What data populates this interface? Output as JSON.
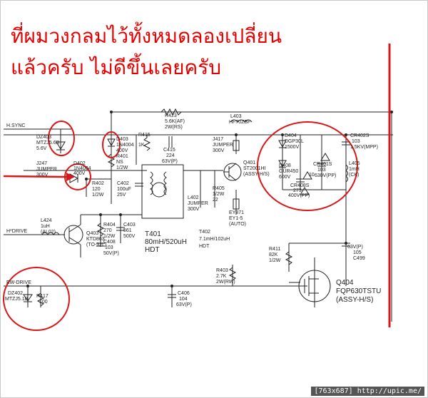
{
  "headline": {
    "line1": "ที่ผมวงกลมไว้ทั้งหมดลองเปลี่ยน",
    "line2": "แล้วครับ ไม่ดีขึ้นเลยครับ"
  },
  "colors": {
    "annotation": "#d81818",
    "wire": "#222222",
    "text": "#222222"
  },
  "labels": {
    "hsync": "H.SYNC",
    "dz403": "DZ403",
    "dz403v": "MTZJ5.6B",
    "dz403w": "5.6V",
    "d403": "D403",
    "d403v": "1N4004",
    "d403w": "400V",
    "r423": "R423",
    "r423v": "5.6K(AF)",
    "r423w": "2W(RS)",
    "r415": "R415",
    "r415v": "1K",
    "c415": "C415",
    "c415v": "224",
    "c415w": "63V(P)",
    "l403": "L403",
    "l403v": "HF70ZBF",
    "j417": "J417",
    "j417v": "JUMPER",
    "j417w": "300V",
    "r401": "R401",
    "r401v": "NS",
    "r401w": "1/2W",
    "j247": "J247",
    "j247v": "JUMPER",
    "j247w": "300V",
    "d402": "D402",
    "d402v": "1N4004",
    "d402w": "400V",
    "r402": "R402",
    "r402v": "120",
    "r402w": "1/2W",
    "c402": "C402",
    "c402v": "100uF",
    "c402w": "25V",
    "q401": "Q401",
    "q401v": "ST2001HI",
    "q401w": "(ASSY-H/S)",
    "r405": "R405",
    "r405v": "1/2W",
    "r405w": "22",
    "l402": "L402",
    "l402v": "JUMPER",
    "l402w": "300V",
    "ey871": "EY871",
    "ey871v": "EY1-5",
    "ey871w": "(AUTO)",
    "d404": "D404",
    "d404v": "DGP30L",
    "d404w": "1500V",
    "d408": "D408",
    "d408v": "GUR450",
    "d408w": "600V",
    "cr402s": "CR402S",
    "cr402sv": "103",
    "cr402sw": "1.5KV(MPP)",
    "cr401s": "CR401S",
    "cr401sv": "103",
    "cr401sw": "630V(PP)",
    "cr408s": "CR408S",
    "cr408sv": "273",
    "cr408sw": "400V(PP)",
    "l405": "L405",
    "l405v": "1mH",
    "l405w": "(CK)",
    "nc10": "10",
    "l424": "L424",
    "l424v": "1uH",
    "l424w": "(AL02)",
    "hdrive": "H*DRIVE",
    "q403": "Q403",
    "q403v": "KTD863",
    "q403w": "(TO-92L)",
    "r404": "R404",
    "r404v": "270",
    "r404w": "1/2W",
    "c403": "C403",
    "c403v": "561",
    "c403w": "500V",
    "c408": "C408",
    "c408v": "103",
    "c408w": "50V(P)",
    "t401": "T401",
    "t401v": "80mH/520uH",
    "t401w": "HDT",
    "t402": "T402",
    "t402v": "7.1mH/102uH",
    "t402w": "HDT",
    "r411": "R411",
    "r411v": "82K",
    "r411w": "1/2W",
    "c499v": "63V(P)",
    "c499w": "105",
    "c499": "C499",
    "ewdrive": "EW-DRIVE",
    "dz402": "DZ402",
    "dz402v": "MTZJ5.1B",
    "r417": "R417",
    "r417v": "100",
    "c406": "C406",
    "c406v": "104",
    "c406w": "63V(P)",
    "r403": "R403",
    "r403v": "2.7K",
    "r403w": "2W(RW)",
    "q404": "Q404",
    "q404v": "FQP630TSTU",
    "q404w": "(ASSY-H/S)"
  },
  "watermark": "[763x687] http://upic.me/"
}
